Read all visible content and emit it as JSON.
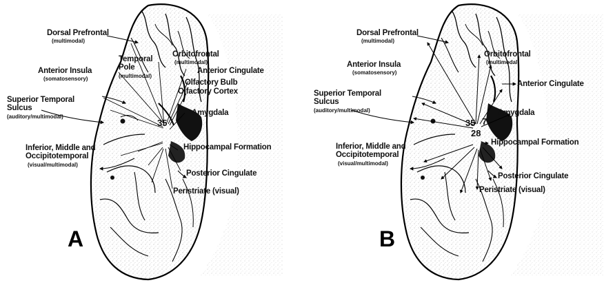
{
  "panels": [
    {
      "letter": "A",
      "labels": {
        "dorsal_prefrontal": "Dorsal Prefrontal",
        "dorsal_prefrontal_sub": "(multimodal)",
        "temporal_pole": "Temporal\nPole",
        "temporal_pole_sub": "(multimodal)",
        "orbitofrontal": "Orbitofrontal",
        "orbitofrontal_sub": "(multimodal)",
        "anterior_insula": "Anterior Insula",
        "anterior_insula_sub": "(somatosensory)",
        "anterior_cingulate": "Anterior Cingulate",
        "olfactory_bulb": "Olfactory Bulb",
        "olfactory_cortex": "Olfactory Cortex",
        "superior_temporal": "Superior Temporal\nSulcus",
        "superior_temporal_sub": "(auditory/multimodal)",
        "amygdala": "Amygdala",
        "inferior_temporal": "Inferior, Middle and\nOccipitotemporal",
        "inferior_temporal_sub": "(visual/multimodal)",
        "hippocampal": "Hippocampal Formation",
        "posterior_cingulate": "Posterior Cingulate",
        "peristriate": "Peristriate (visual)",
        "area_35": "35",
        "area_28": ""
      }
    },
    {
      "letter": "B",
      "labels": {
        "dorsal_prefrontal": "Dorsal Prefrontal",
        "dorsal_prefrontal_sub": "(multimodal)",
        "orbitofrontal": "Orbitofrontal",
        "orbitofrontal_sub": "(multimodal)",
        "anterior_insula": "Anterior Insula",
        "anterior_insula_sub": "(somatosensory)",
        "anterior_cingulate": "Anterior Cingulate",
        "superior_temporal": "Superior Temporal\nSulcus",
        "superior_temporal_sub": "(auditory/multimodal)",
        "amygdala": "Amygdala",
        "inferior_temporal": "Inferior, Middle and\nOccipitotemporal",
        "inferior_temporal_sub": "(visual/multimodal)",
        "hippocampal": "Hippocampal Formation",
        "posterior_cingulate": "Posterior Cingulate",
        "peristriate": "Peristriate (visual)",
        "area_35": "35",
        "area_7": "7",
        "area_28": "28"
      }
    }
  ]
}
